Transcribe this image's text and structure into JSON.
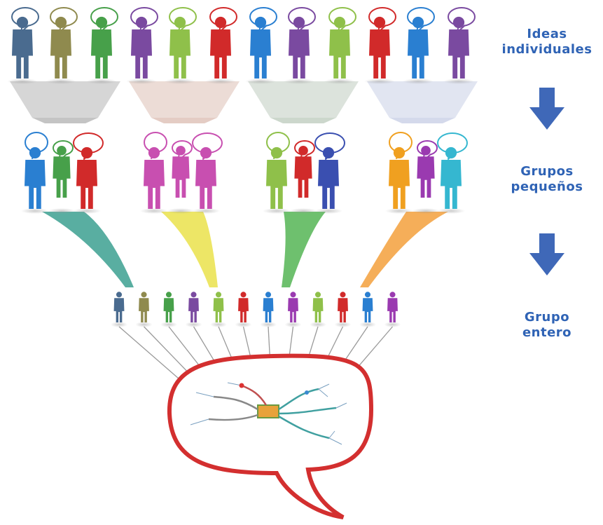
{
  "labels": {
    "individual": {
      "line1": "Ideas",
      "line2": "individuales"
    },
    "small_groups": {
      "line1": "Grupos",
      "line2": "pequeños"
    },
    "whole_group": {
      "line1": "Grupo",
      "line2": "entero"
    }
  },
  "colors": {
    "label_text": "#2f63b5",
    "arrow": "#3f68b8",
    "final_bubble": "#d32f2f",
    "person_palette": {
      "slate": "#4a6b8f",
      "olive": "#8f8a4e",
      "green": "#47a04a",
      "purple": "#7a4aa0",
      "lime": "#8fc04a",
      "red": "#d12a2a",
      "blue": "#2a7fd1",
      "magenta": "#c84fb0",
      "orange": "#f0a020",
      "cyan": "#35b7d0",
      "darkblue": "#3a4fb0",
      "violet": "#9a3ab0"
    }
  },
  "individual_row": {
    "groups": [
      {
        "people": [
          "slate",
          "olive",
          "green"
        ],
        "funnel": "#8a8a8a"
      },
      {
        "people": [
          "purple",
          "lime",
          "red"
        ],
        "funnel": "#c99a8a"
      },
      {
        "people": [
          "blue",
          "purple",
          "lime"
        ],
        "funnel": "#9ab09a"
      },
      {
        "people": [
          "red",
          "blue",
          "purple"
        ],
        "funnel": "#aab4d8"
      }
    ]
  },
  "small_group_row": {
    "groups": [
      {
        "people": [
          "blue",
          "green",
          "red"
        ],
        "stream": "#2f9a8a"
      },
      {
        "people": [
          "magenta",
          "magenta",
          "magenta"
        ],
        "stream": "#e8e040"
      },
      {
        "people": [
          "lime",
          "red",
          "darkblue"
        ],
        "stream": "#4ab04a"
      },
      {
        "people": [
          "orange",
          "violet",
          "cyan"
        ],
        "stream": "#f39a30"
      }
    ]
  },
  "whole_group_row": {
    "people": [
      "slate",
      "olive",
      "green",
      "purple",
      "lime",
      "red",
      "blue",
      "violet",
      "lime",
      "red",
      "blue",
      "violet"
    ]
  }
}
